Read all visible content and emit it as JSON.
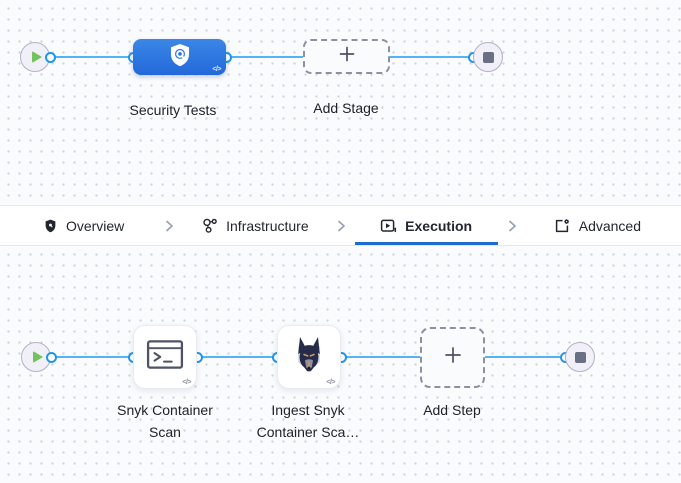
{
  "colors": {
    "accent_blue": "#1f6bce",
    "stage_node_blue": "#2a75e0",
    "connector_line_blue": "#54b3f2",
    "port_ring_blue": "#1d97ec",
    "play_green": "#74c25d",
    "stop_gray": "#6a6f85"
  },
  "stage_pipeline": {
    "stage": {
      "label": "Security Tests",
      "icon": "security-shield",
      "code_badge": "</>"
    },
    "add_stage_label": "Add Stage"
  },
  "tab_bar": {
    "tabs": [
      {
        "label": "Overview",
        "icon": "shield",
        "active": false
      },
      {
        "label": "Infrastructure",
        "icon": "infrastructure-nodes",
        "active": false
      },
      {
        "label": "Execution",
        "icon": "play-window",
        "active": true
      },
      {
        "label": "Advanced",
        "icon": "box-gear",
        "active": false
      }
    ]
  },
  "step_pipeline": {
    "steps": [
      {
        "label": "Snyk Container\nScan",
        "icon": "terminal-window",
        "code_badge": "</>"
      },
      {
        "label": "Ingest Snyk\nContainer Sca…",
        "icon": "snyk-dog",
        "code_badge": "</>"
      }
    ],
    "add_step_label": "Add Step"
  }
}
